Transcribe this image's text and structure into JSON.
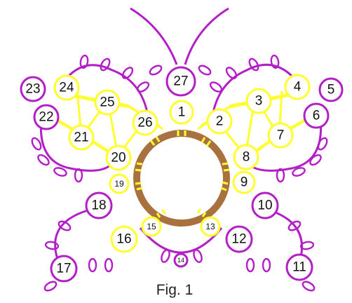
{
  "figure": {
    "caption": "Fig. 1",
    "colors": {
      "background": "#ffffff",
      "purple": "#b31fc7",
      "yellow": "#ffff2e",
      "brown": "#a8713d",
      "text": "#111111"
    },
    "rings": [
      {
        "label": "1",
        "color": "yellow"
      },
      {
        "label": "2",
        "color": "yellow"
      },
      {
        "label": "3",
        "color": "yellow"
      },
      {
        "label": "4",
        "color": "yellow"
      },
      {
        "label": "5",
        "color": "purple"
      },
      {
        "label": "6",
        "color": "purple"
      },
      {
        "label": "7",
        "color": "yellow"
      },
      {
        "label": "8",
        "color": "yellow"
      },
      {
        "label": "9",
        "color": "yellow"
      },
      {
        "label": "10",
        "color": "purple"
      },
      {
        "label": "11",
        "color": "purple"
      },
      {
        "label": "12",
        "color": "purple"
      },
      {
        "label": "13",
        "color": "yellow"
      },
      {
        "label": "14",
        "color": "purple"
      },
      {
        "label": "15",
        "color": "yellow"
      },
      {
        "label": "16",
        "color": "yellow"
      },
      {
        "label": "17",
        "color": "purple"
      },
      {
        "label": "18",
        "color": "purple"
      },
      {
        "label": "19",
        "color": "yellow"
      },
      {
        "label": "20",
        "color": "yellow"
      },
      {
        "label": "21",
        "color": "yellow"
      },
      {
        "label": "22",
        "color": "purple"
      },
      {
        "label": "23",
        "color": "purple"
      },
      {
        "label": "24",
        "color": "yellow"
      },
      {
        "label": "25",
        "color": "yellow"
      },
      {
        "label": "26",
        "color": "yellow"
      },
      {
        "label": "27",
        "color": "purple"
      }
    ]
  }
}
